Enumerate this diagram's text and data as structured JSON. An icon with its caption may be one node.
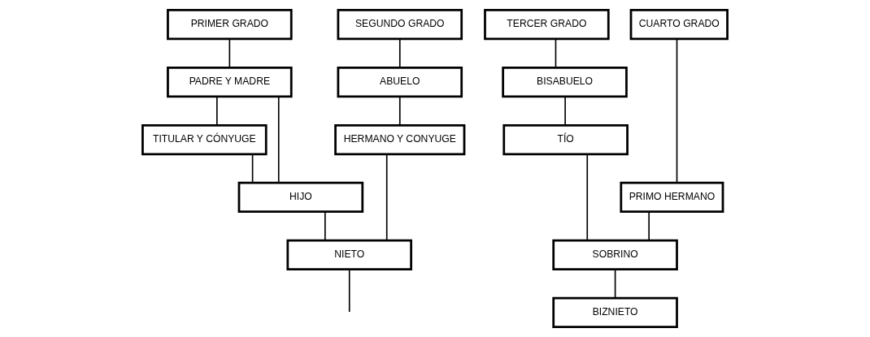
{
  "diagram": {
    "nodes": [
      {
        "text": [
          "PRIMER GRADO"
        ]
      },
      {
        "text": [
          "SEGUNDO GRADO"
        ]
      },
      {
        "text": [
          "TERCER GRADO"
        ]
      },
      {
        "text": [
          "CUARTO GRADO"
        ]
      },
      {
        "text": [
          "PADRE Y MADRE"
        ]
      },
      {
        "text": [
          "ABUELO"
        ]
      },
      {
        "text": [
          "BISABUELO"
        ]
      },
      {
        "text": [
          "TITULAR Y CÓNYUGE"
        ]
      },
      {
        "text": [
          "TÍO"
        ]
      },
      {
        "text": [
          "HERMANO Y CONYUGE"
        ]
      },
      {
        "text": [
          "PRIMO HERMANO"
        ]
      },
      {
        "text": [
          "HIJO"
        ]
      },
      {
        "text": [
          "SOBRINO"
        ]
      },
      {
        "text": [
          "NIETO"
        ]
      },
      {
        "text": [
          "BIZNIETO"
        ]
      }
    ],
    "edges": [
      {
        "from": 0,
        "to": 4,
        "arrow": "none"
      },
      {
        "from": 4,
        "to": 7,
        "arrow": "none"
      },
      {
        "from": 4,
        "to": 11,
        "arrow": "none"
      },
      {
        "from": 7,
        "to": 11,
        "arrow": "none"
      },
      {
        "from": 11,
        "to": 13,
        "arrow": "none"
      },
      {
        "from": 1,
        "to": 5,
        "arrow": "none"
      },
      {
        "from": 5,
        "to": 9,
        "arrow": "none"
      },
      {
        "from": 9,
        "to": 13,
        "arrow": "none"
      },
      {
        "from": 13,
        "to": null,
        "arrow": "none"
      },
      {
        "from": 2,
        "to": 6,
        "arrow": "none"
      },
      {
        "from": 6,
        "to": 8,
        "arrow": "none"
      },
      {
        "from": 8,
        "to": 12,
        "arrow": "none"
      },
      {
        "from": 10,
        "to": 12,
        "arrow": "none"
      },
      {
        "from": 12,
        "to": 14,
        "arrow": "none"
      },
      {
        "from": 3,
        "to": 10,
        "arrow": "none"
      }
    ]
  }
}
